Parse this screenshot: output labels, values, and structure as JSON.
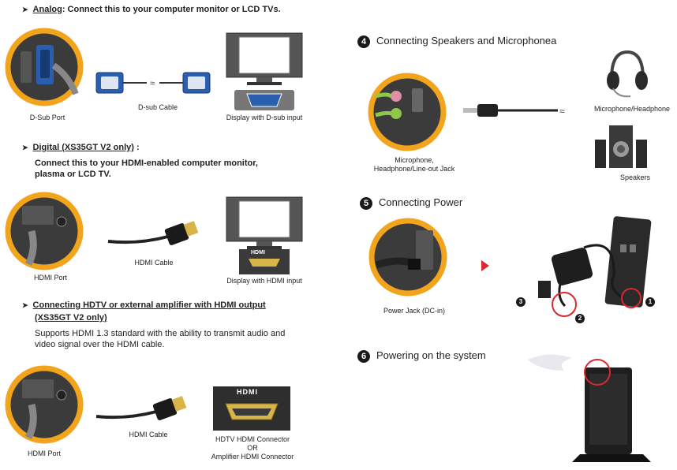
{
  "left": {
    "analog": {
      "label": "Analog",
      "rest": ": Connect this to your computer monitor or LCD TVs.",
      "captions": {
        "port": "D-Sub Port",
        "cable": "D-sub Cable",
        "display": "Display with D-sub input"
      }
    },
    "digital": {
      "label": "Digital (XS35GT V2 only)",
      "rest": " :",
      "body": [
        "Connect this to your HDMI-enabled computer monitor,",
        "plasma or LCD TV."
      ],
      "captions": {
        "port": "HDMI Port",
        "cable": "HDMI Cable",
        "display": "Display with HDMI input"
      },
      "screen_tag": "HDMI"
    },
    "hdtv": {
      "title_line1": "Connecting HDTV or external amplifier with HDMI output",
      "title_line2": "(XS35GT V2 only)",
      "body": [
        "Supports HDMI 1.3 standard with the ability to transmit audio and",
        "video signal over the HDMI cable."
      ],
      "captions": {
        "port": "HDMI Port",
        "cable": "HDMI Cable",
        "connector_line1": "HDTV HDMI Connector",
        "connector_line2": "OR",
        "connector_line3": "Amplifier HDMI Connector"
      },
      "connector_tag": "HDMI"
    }
  },
  "right": {
    "step4": {
      "number": "4",
      "title": "Connecting Speakers and Microphonea",
      "captions": {
        "jack_line1": "Microphone,",
        "jack_line2": "Headphone/Line-out Jack",
        "headset": "Microphone/Headphone",
        "speakers": "Speakers"
      }
    },
    "step5": {
      "number": "5",
      "title": "Connecting Power",
      "captions": {
        "jack": "Power Jack (DC-in)"
      },
      "badges": [
        "1",
        "2",
        "3"
      ]
    },
    "step6": {
      "number": "6",
      "title": "Powering on the system"
    }
  },
  "colors": {
    "ring": "#f2a51c",
    "accent_red": "#d9282f",
    "dark": "#1a1a1a",
    "vga_blue": "#2a5fb0"
  }
}
